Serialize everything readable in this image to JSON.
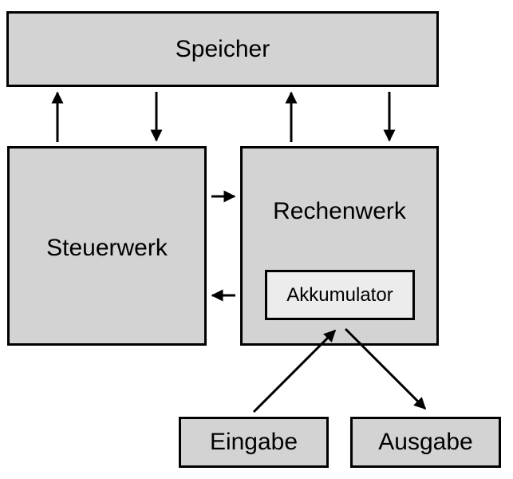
{
  "diagram": {
    "title": "Von-Neumann-Architektur",
    "nodes": {
      "speicher": "Speicher",
      "steuerwerk": "Steuerwerk",
      "rechenwerk": "Rechenwerk",
      "akkumulator": "Akkumulator",
      "eingabe": "Eingabe",
      "ausgabe": "Ausgabe"
    },
    "edges": [
      {
        "from": "Steuerwerk",
        "to": "Speicher"
      },
      {
        "from": "Speicher",
        "to": "Steuerwerk"
      },
      {
        "from": "Rechenwerk",
        "to": "Speicher"
      },
      {
        "from": "Speicher",
        "to": "Rechenwerk"
      },
      {
        "from": "Steuerwerk",
        "to": "Rechenwerk"
      },
      {
        "from": "Rechenwerk",
        "to": "Steuerwerk"
      },
      {
        "from": "Eingabe",
        "to": "Akkumulator"
      },
      {
        "from": "Akkumulator",
        "to": "Ausgabe"
      }
    ],
    "colors": {
      "box_fill": "#d3d3d3",
      "accumulator_fill": "#ececec",
      "stroke": "#000000"
    }
  }
}
